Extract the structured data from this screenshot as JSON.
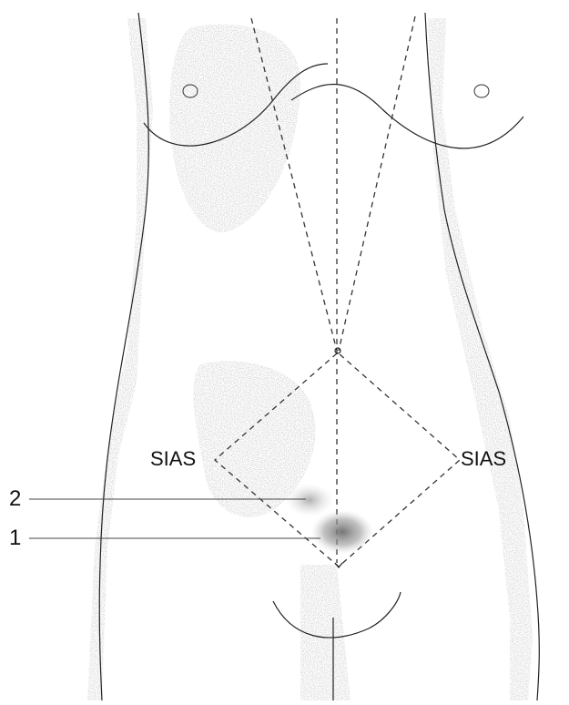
{
  "labels": {
    "sias_left": "SIAS",
    "sias_right": "SIAS",
    "marker_2": "2",
    "marker_1": "1"
  },
  "colors": {
    "ink": "#222222",
    "shade": "#c9c9c9",
    "dash": "#333333",
    "point_1": "#8a8a8a",
    "point_2": "#b5b5b5"
  }
}
